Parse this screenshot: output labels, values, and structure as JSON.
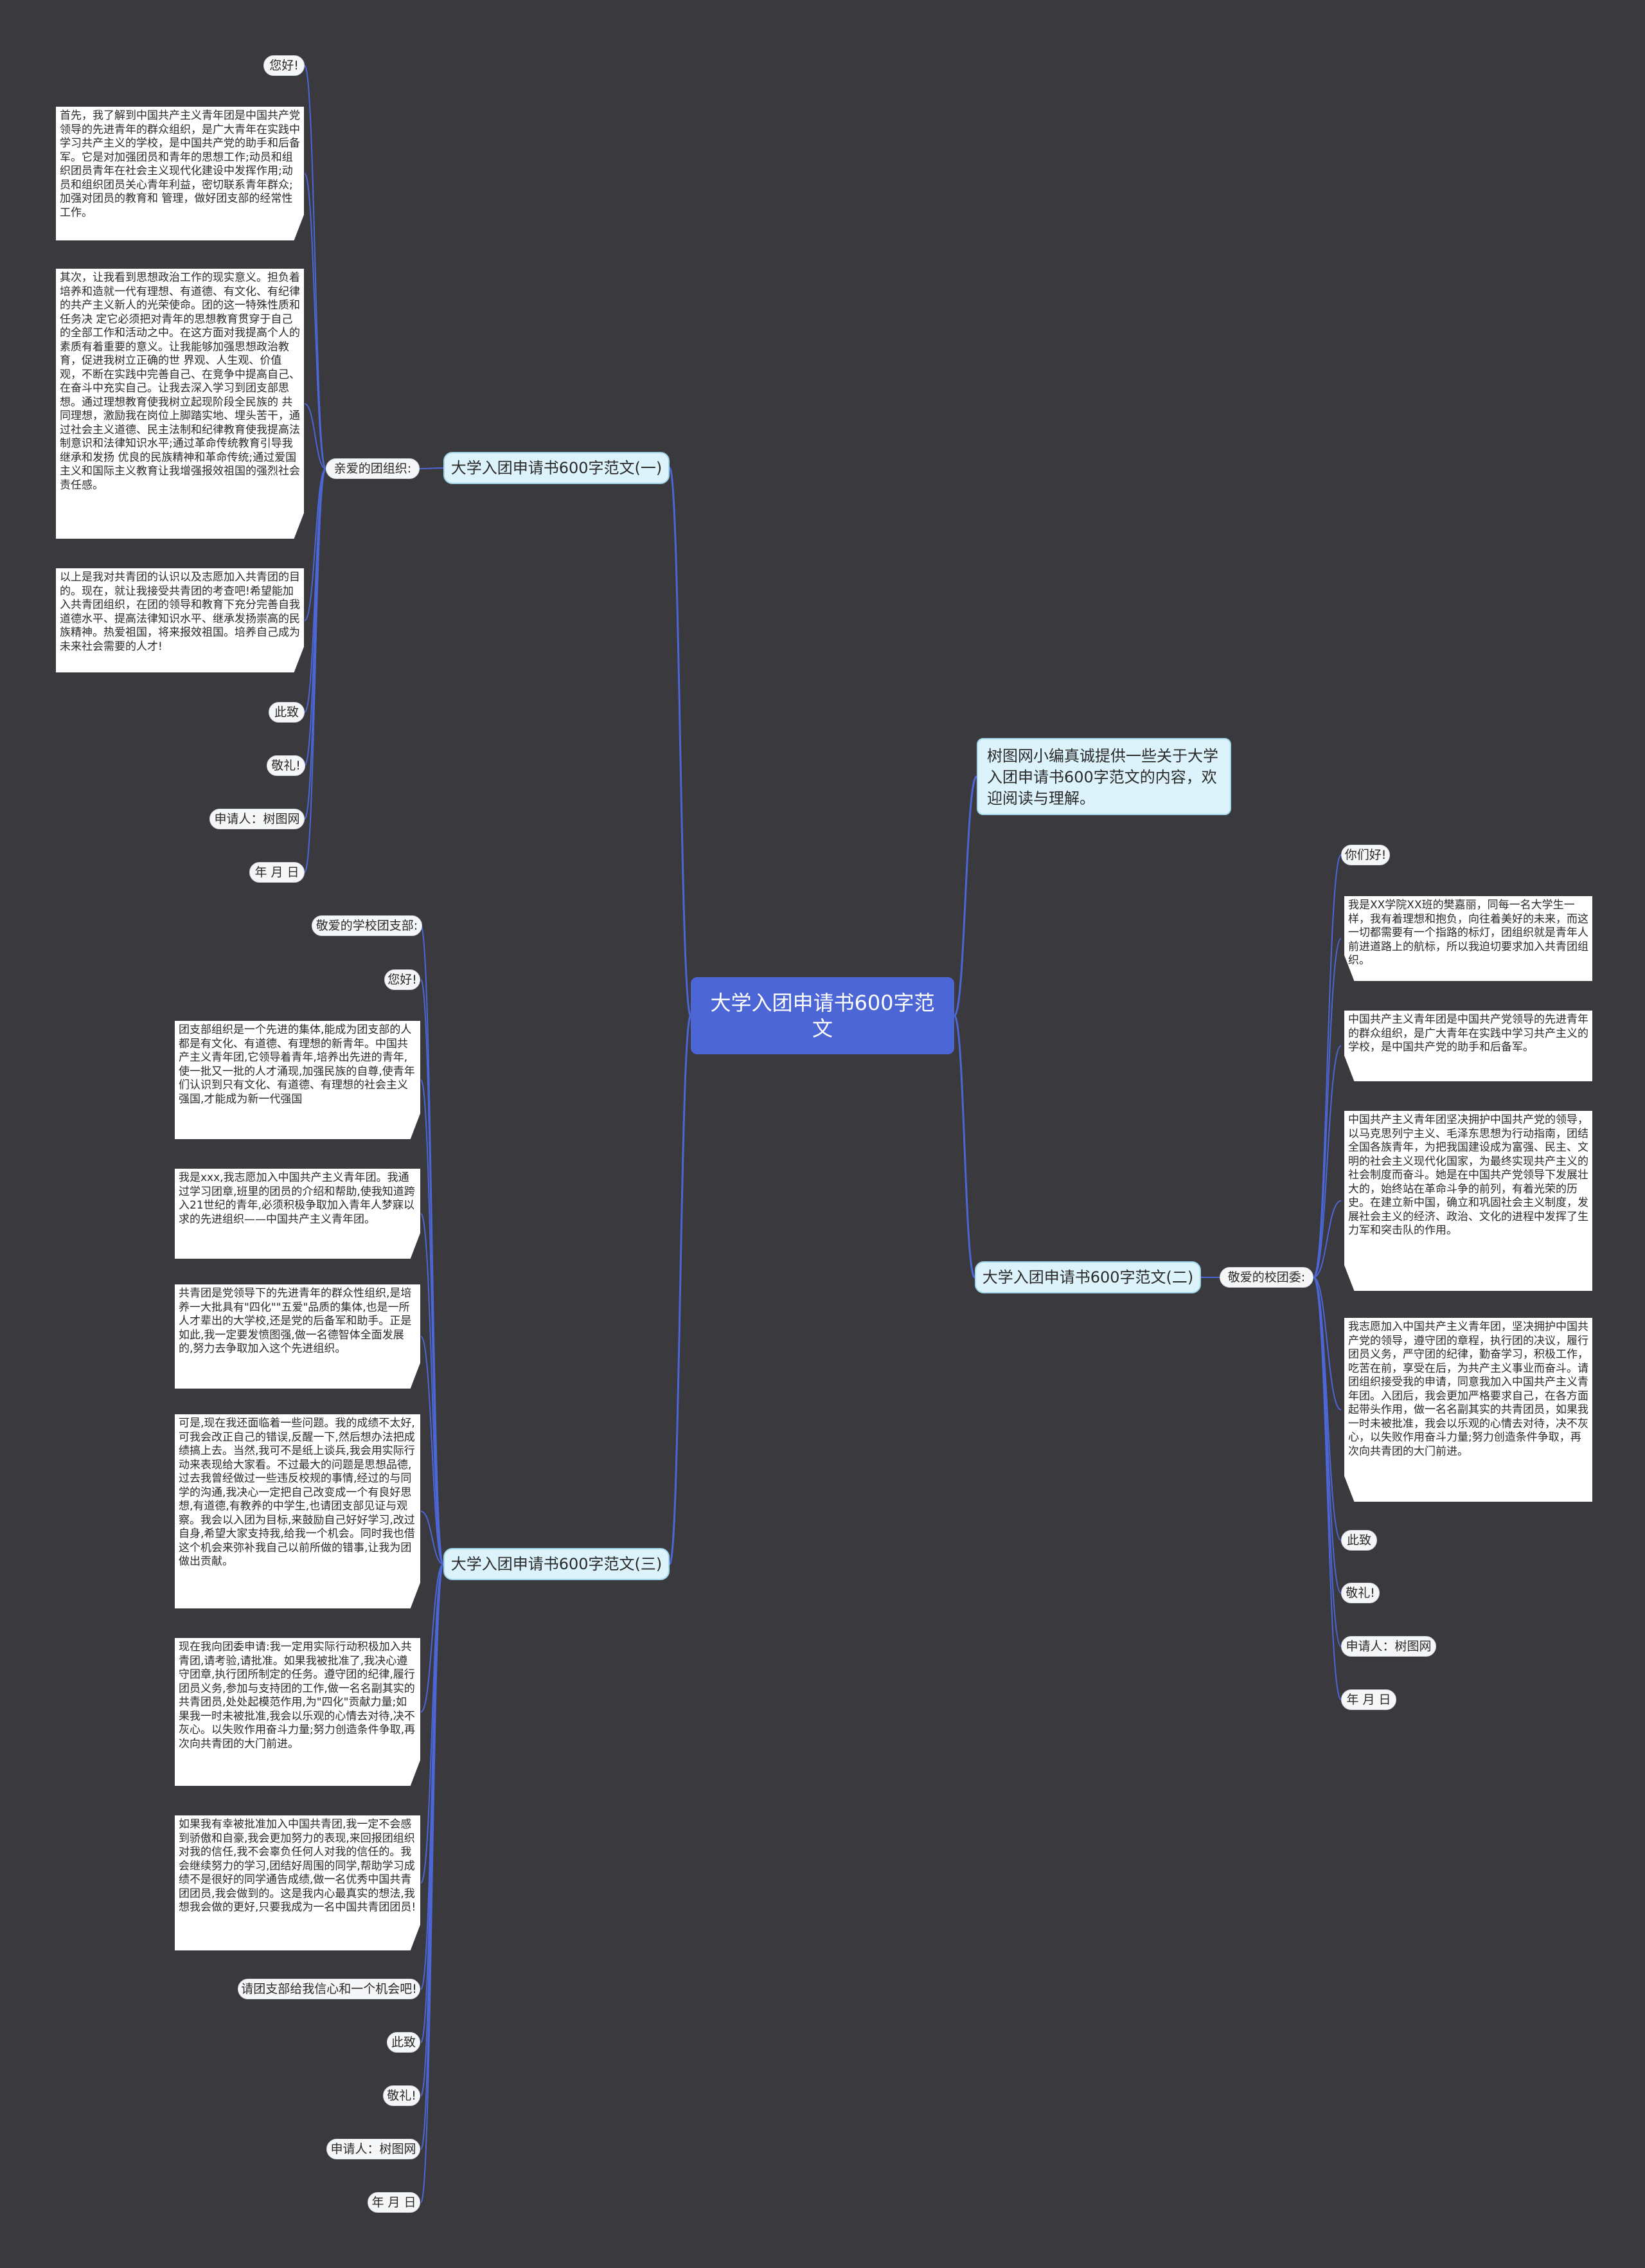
{
  "colors": {
    "background": "#3a393d",
    "root": "#4c66d6",
    "edge": "#4c66d6",
    "branch_fill": "#ddf3fb",
    "branch_border": "#9fd6ea",
    "leaf": "#ffffff"
  },
  "root": {
    "title": "大学入团申请书600字范文"
  },
  "intro": {
    "text": "树图网小编真诚提供一些关于大学入团申请书600字范文的内容，欢迎阅读与理解。"
  },
  "branch1": {
    "title": "大学入团申请书600字范文(一)",
    "label": "亲爱的团组织:",
    "items": [
      "您好!",
      "首先，我了解到中国共产主义青年团是中国共产党领导的先进青年的群众组织，是广大青年在实践中学习共产主义的学校，是中国共产党的助手和后备军。它是对加强团员和青年的思想工作;动员和组织团员青年在社会主义现代化建设中发挥作用;动员和组织团员关心青年利益，密切联系青年群众;加强对团员的教育和 管理，做好团支部的经常性工作。",
      "其次，让我看到思想政治工作的现实意义。担负着培养和造就一代有理想、有道德、有文化、有纪律的共产主义新人的光荣使命。团的这一特殊性质和任务决 定它必须把对青年的思想教育贯穿于自己的全部工作和活动之中。在这方面对我提高个人的素质有着重要的意义。让我能够加强思想政治教育，促进我树立正确的世 界观、人生观、价值观，不断在实践中完善自己、在竞争中提高自己、在奋斗中充实自己。让我去深入学习到团支部思想。通过理想教育使我树立起现阶段全民族的 共同理想，激励我在岗位上脚踏实地、埋头苦干，通过社会主义道德、民主法制和纪律教育使我提高法制意识和法律知识水平;通过革命传统教育引导我继承和发扬 优良的民族精神和革命传统;通过爱国主义和国际主义教育让我增强报效祖国的强烈社会责任感。",
      "以上是我对共青团的认识以及志愿加入共青团的目的。现在，就让我接受共青团的考查吧!希望能加入共青团组织，在团的领导和教育下充分完善自我道德水平、提高法律知识水平、继承发扬崇高的民族精神。热爱祖国，将来报效祖国。培养自己成为未来社会需要的人才!",
      "此致",
      "敬礼!",
      "申请人：树图网",
      "年 月 日"
    ]
  },
  "branch2": {
    "title": "大学入团申请书600字范文(二)",
    "label": "敬爱的校团委:",
    "items": [
      "你们好!",
      "我是XX学院XX班的樊嘉丽，同每一名大学生一样，我有着理想和抱负，向往着美好的未来，而这一切都需要有一个指路的标灯，团组织就是青年人前进道路上的航标，所以我迫切要求加入共青团组织。",
      "中国共产主义青年团是中国共产党领导的先进青年的群众组织，是广大青年在实践中学习共产主义的学校，是中国共产党的助手和后备军。",
      "中国共产主义青年团坚决拥护中国共产党的领导，以马克思列宁主义、毛泽东思想为行动指南，团结全国各族青年，为把我国建设成为富强、民主、文明的社会主义现代化国家，为最终实现共产主义的社会制度而奋斗。她是在中国共产党领导下发展壮大的，始终站在革命斗争的前列，有着光荣的历史。在建立新中国，确立和巩固社会主义制度，发展社会主义的经济、政治、文化的进程中发挥了生力军和突击队的作用。",
      "我志愿加入中国共产主义青年团，坚决拥护中国共产党的领导，遵守团的章程，执行团的决议，履行团员义务，严守团的纪律，勤奋学习，积极工作，吃苦在前，享受在后，为共产主义事业而奋斗。请团组织接受我的申请，同意我加入中国共产主义青年团。入团后，我会更加严格要求自己，在各方面起带头作用，做一名名副其实的共青团员，如果我一时未被批准，我会以乐观的心情去对待，决不灰心，以失败作用奋斗力量;努力创造条件争取，再次向共青团的大门前进。",
      "此致",
      "敬礼!",
      "申请人：树图网",
      "年 月 日"
    ]
  },
  "branch3": {
    "title": "大学入团申请书600字范文(三)",
    "items": [
      "敬爱的学校团支部:",
      "您好!",
      "团支部组织是一个先进的集体,能成为团支部的人都是有文化、有道德、有理想的新青年。中国共产主义青年团,它领导着青年,培养出先进的青年,使一批又一批的人才涌现,加强民族的自尊,使青年们认识到只有文化、有道德、有理想的社会主义强国,才能成为新一代强国",
      "我是xxx,我志愿加入中国共产主义青年团。我通过学习团章,班里的团员的介绍和帮助,使我知道跨入21世纪的青年,必须积极争取加入青年人梦寐以求的先进组织——中国共产主义青年团。",
      "共青团是党领导下的先进青年的群众性组织,是培养一大批具有\"四化\"\"五爱\"品质的集体,也是一所人才辈出的大学校,还是党的后备军和助手。正是如此,我一定要发愤图强,做一名德智体全面发展的,努力去争取加入这个先进组织。",
      "可是,现在我还面临着一些问题。我的成绩不太好,可我会改正自己的错误,反醒一下,然后想办法把成绩搞上去。当然,我可不是纸上谈兵,我会用实际行动来表现给大家看。不过最大的问题是思想品德,过去我曾经做过一些违反校规的事情,经过的与同学的沟通,我决心一定把自己改变成一个有良好思想,有道德,有教养的中学生,也请团支部见证与观察。我会以入团为目标,来鼓励自己好好学习,改过自身,希望大家支持我,给我一个机会。同时我也借这个机会来弥补我自己以前所做的错事,让我为团做出贡献。",
      "现在我向团委申请:我一定用实际行动积极加入共青团,请考验,请批准。如果我被批准了,我决心遵守团章,执行团所制定的任务。遵守团的纪律,履行团员义务,参加与支持团的工作,做一名名副其实的共青团员,处处起模范作用,为\"四化\"贡献力量;如果我一时未被批准,我会以乐观的心情去对待,决不灰心。以失败作用奋斗力量;努力创造条件争取,再次向共青团的大门前进。",
      "如果我有幸被批准加入中国共青团,我一定不会感到骄傲和自豪,我会更加努力的表现,来回报团组织对我的信任,我不会辜负任何人对我的信任的。我会继续努力的学习,团结好周围的同学,帮助学习成绩不是很好的同学通告成绩,做一名优秀中国共青团团员,我会做到的。这是我内心最真实的想法,我想我会做的更好,只要我成为一名中国共青团团员!",
      "请团支部给我信心和一个机会吧!",
      "此致",
      "敬礼!",
      "申请人：树图网",
      "年 月 日"
    ]
  }
}
